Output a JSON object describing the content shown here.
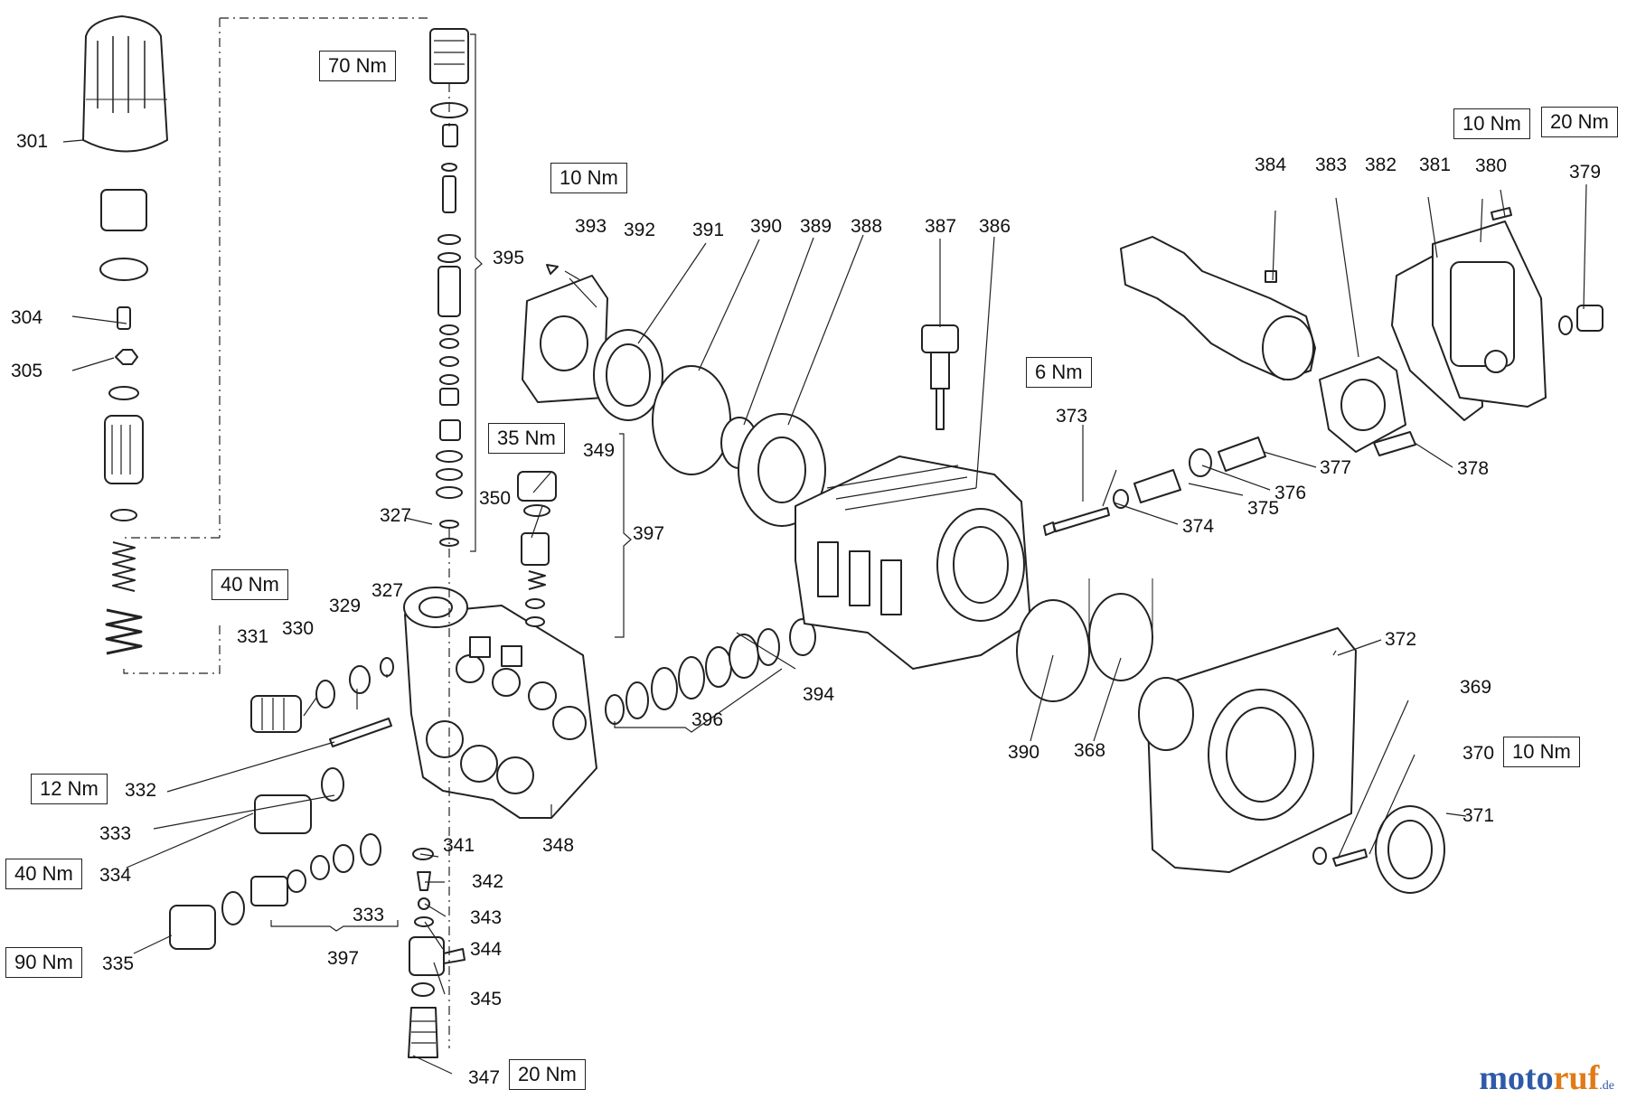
{
  "diagram": {
    "part_labels": {
      "p301": "301",
      "p304": "304",
      "p305": "305",
      "p327a": "327",
      "p327b": "327",
      "p329": "329",
      "p330": "330",
      "p331": "331",
      "p332": "332",
      "p333a": "333",
      "p333b": "333",
      "p334": "334",
      "p335": "335",
      "p341": "341",
      "p342": "342",
      "p343": "343",
      "p344": "344",
      "p345": "345",
      "p347": "347",
      "p348": "348",
      "p349": "349",
      "p350": "350",
      "p368": "368",
      "p369": "369",
      "p370": "370",
      "p371": "371",
      "p372": "372",
      "p373": "373",
      "p374": "374",
      "p375": "375",
      "p376": "376",
      "p377": "377",
      "p378": "378",
      "p379": "379",
      "p380": "380",
      "p381": "381",
      "p382": "382",
      "p383": "383",
      "p384": "384",
      "p386": "386",
      "p387": "387",
      "p388": "388",
      "p389": "389",
      "p390a": "390",
      "p390b": "390",
      "p391": "391",
      "p392": "392",
      "p393": "393",
      "p394": "394",
      "p395": "395",
      "p396": "396",
      "p397a": "397",
      "p397b": "397"
    },
    "torque_labels": {
      "t70": "70 Nm",
      "t10a": "10 Nm",
      "t35": "35 Nm",
      "t40a": "40 Nm",
      "t12": "12 Nm",
      "t40b": "40 Nm",
      "t90": "90 Nm",
      "t20a": "20 Nm",
      "t6": "6 Nm",
      "t10b": "10 Nm",
      "t20b": "20 Nm",
      "t10c": "10 Nm"
    },
    "logo": {
      "main": "moto",
      "accent": "ruf",
      "suffix": ".de"
    }
  }
}
